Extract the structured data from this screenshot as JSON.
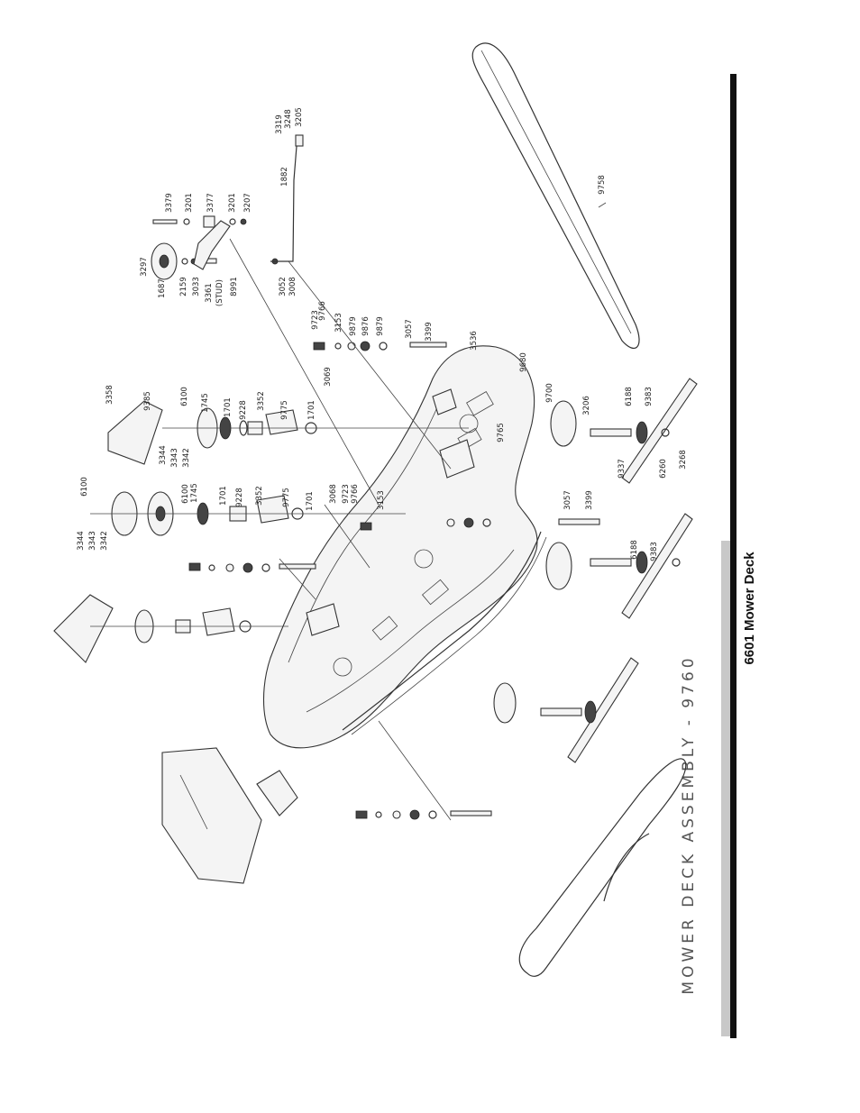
{
  "document": {
    "title": "MOWER DECK ASSEMBLY  -  9760",
    "section": "6601 Mower Deck"
  },
  "callouts": [
    {
      "id": "c3319",
      "text": "3319"
    },
    {
      "id": "c3248",
      "text": "3248"
    },
    {
      "id": "c3205",
      "text": "3205"
    },
    {
      "id": "c1882",
      "text": "1882"
    },
    {
      "id": "c3379",
      "text": "3379"
    },
    {
      "id": "c3201a",
      "text": "3201"
    },
    {
      "id": "c3377",
      "text": "3377"
    },
    {
      "id": "c3201b",
      "text": "3201"
    },
    {
      "id": "c3207",
      "text": "3207"
    },
    {
      "id": "c3297",
      "text": "3297"
    },
    {
      "id": "c1687",
      "text": "1687"
    },
    {
      "id": "c2159",
      "text": "2159"
    },
    {
      "id": "c3033",
      "text": "3033"
    },
    {
      "id": "c3361",
      "text": "3361"
    },
    {
      "id": "c3361s",
      "text": "(STUD)"
    },
    {
      "id": "c8991",
      "text": "8991"
    },
    {
      "id": "c3052",
      "text": "3052"
    },
    {
      "id": "c3008",
      "text": "3008"
    },
    {
      "id": "c9758",
      "text": "9758"
    },
    {
      "id": "c9723",
      "text": "9723"
    },
    {
      "id": "c9766",
      "text": "9766"
    },
    {
      "id": "c3153",
      "text": "3153"
    },
    {
      "id": "c9879a",
      "text": "9879"
    },
    {
      "id": "c9876",
      "text": "9876"
    },
    {
      "id": "c9879b",
      "text": "9879"
    },
    {
      "id": "c3057",
      "text": "3057"
    },
    {
      "id": "c3399",
      "text": "3399"
    },
    {
      "id": "c3069",
      "text": "3069"
    },
    {
      "id": "c3536",
      "text": "3536"
    },
    {
      "id": "c9680",
      "text": "9680"
    },
    {
      "id": "c3358",
      "text": "3358"
    },
    {
      "id": "c9385",
      "text": "9385"
    },
    {
      "id": "c6100a",
      "text": "6100"
    },
    {
      "id": "c1745a",
      "text": "1745"
    },
    {
      "id": "c1701a",
      "text": "1701"
    },
    {
      "id": "c9228a",
      "text": "9228"
    },
    {
      "id": "c3352a",
      "text": "3352"
    },
    {
      "id": "c9775a",
      "text": "9775"
    },
    {
      "id": "c1701b",
      "text": "1701"
    },
    {
      "id": "c3344a",
      "text": "3344"
    },
    {
      "id": "c3343a",
      "text": "3343"
    },
    {
      "id": "c3342a",
      "text": "3342"
    },
    {
      "id": "c9700",
      "text": "9700"
    },
    {
      "id": "c3206",
      "text": "3206"
    },
    {
      "id": "c6188a",
      "text": "6188"
    },
    {
      "id": "c9383a",
      "text": "9383"
    },
    {
      "id": "c9765",
      "text": "9765"
    },
    {
      "id": "c9337a",
      "text": "9337"
    },
    {
      "id": "c6260a",
      "text": "6260"
    },
    {
      "id": "c3268a",
      "text": "3268"
    },
    {
      "id": "c6100b",
      "text": "6100"
    },
    {
      "id": "c6100c",
      "text": "6100"
    },
    {
      "id": "c1745b",
      "text": "1745"
    },
    {
      "id": "c1701c",
      "text": "1701"
    },
    {
      "id": "c9228b",
      "text": "9228"
    },
    {
      "id": "c3352b",
      "text": "3352"
    },
    {
      "id": "c9775b",
      "text": "9775"
    },
    {
      "id": "c1701d",
      "text": "1701"
    },
    {
      "id": "c3068",
      "text": "3068"
    },
    {
      "id": "c9723b",
      "text": "9723"
    },
    {
      "id": "c9766b",
      "text": "9766"
    },
    {
      "id": "c3153b",
      "text": "3153"
    },
    {
      "id": "c3057b",
      "text": "3057"
    },
    {
      "id": "c3399b",
      "text": "3399"
    },
    {
      "id": "c6188b",
      "text": "6188"
    },
    {
      "id": "c9383b",
      "text": "9383"
    },
    {
      "id": "c3344b",
      "text": "3344"
    },
    {
      "id": "c3343b",
      "text": "3343"
    },
    {
      "id": "c3342b",
      "text": "3342"
    }
  ]
}
